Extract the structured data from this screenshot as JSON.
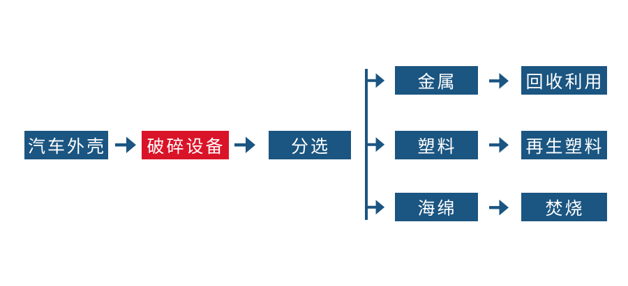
{
  "diagram": {
    "type": "flowchart",
    "flow_direction": "left-to-right",
    "colors": {
      "primary_blue": "#1B5581",
      "highlight_red": "#DA1428",
      "text_white": "#FFFFFF",
      "background": "#FFFFFF"
    },
    "main_chain": [
      {
        "id": "car-shell",
        "label": "汽车外壳",
        "style": "blue"
      },
      {
        "id": "crushing-equipment",
        "label": "破碎设备",
        "style": "red"
      },
      {
        "id": "sorting",
        "label": "分选",
        "style": "blue"
      }
    ],
    "branches": [
      {
        "material": {
          "id": "metal",
          "label": "金属",
          "style": "blue"
        },
        "outcome": {
          "id": "recycling",
          "label": "回收利用",
          "style": "blue"
        }
      },
      {
        "material": {
          "id": "plastic",
          "label": "塑料",
          "style": "blue"
        },
        "outcome": {
          "id": "recycled-plastic",
          "label": "再生塑料",
          "style": "blue"
        }
      },
      {
        "material": {
          "id": "sponge",
          "label": "海绵",
          "style": "blue"
        },
        "outcome": {
          "id": "incineration",
          "label": "焚烧",
          "style": "blue"
        }
      }
    ]
  }
}
